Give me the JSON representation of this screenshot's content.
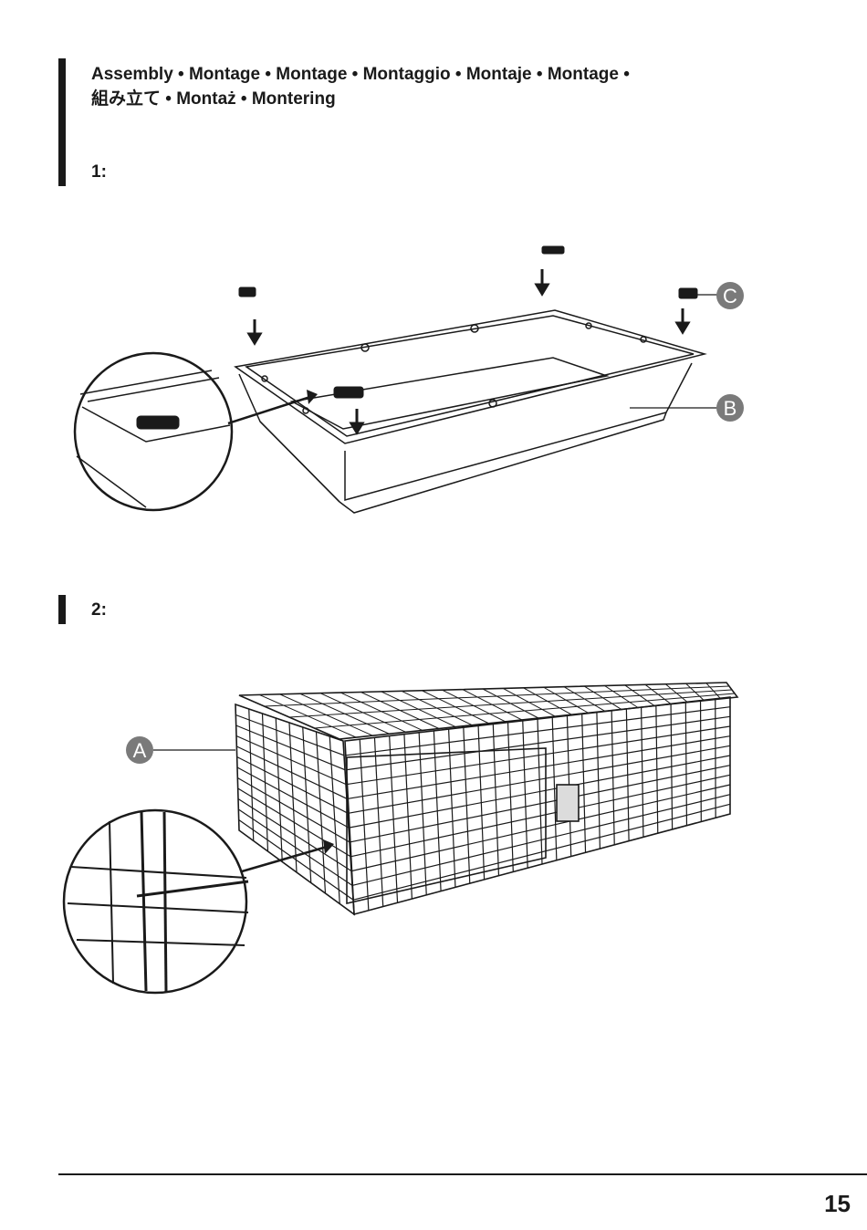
{
  "header": {
    "title_line1": "Assembly • Montage • Montage • Montaggio • Montaje • Montage •",
    "title_line2": "組み立て • Montaż • Montering"
  },
  "steps": [
    {
      "label": "1:"
    },
    {
      "label": "2:"
    }
  ],
  "callouts": {
    "a": "A",
    "b": "B",
    "c": "C"
  },
  "footer": {
    "page_number": "15"
  }
}
